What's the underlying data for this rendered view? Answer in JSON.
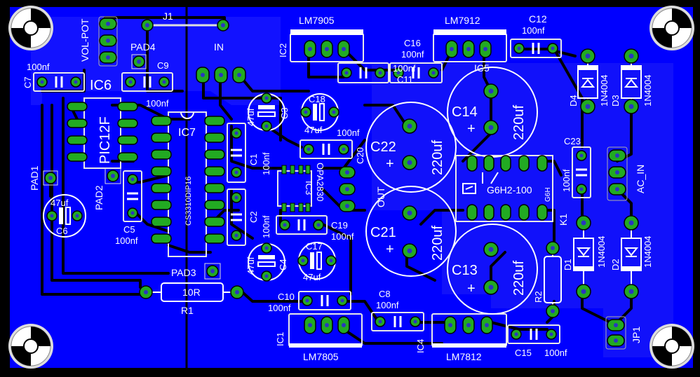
{
  "colors": {
    "board_background": "#0000ff",
    "copper_pour": "#1212ff",
    "trace": "#000000",
    "pad": "#22aa22",
    "silkscreen": "#ffffff",
    "outside": "#000000"
  },
  "labels": {
    "j1": "J1",
    "in": "IN",
    "vol_pot": "VOL-POT",
    "pad4": "PAD4",
    "pad1": "PAD1",
    "pad2": "PAD2",
    "pad3": "PAD3",
    "c7": "C7",
    "c7_val": "100nf",
    "c9": "C9",
    "c9_val": "100nf",
    "ic6": "IC6",
    "ic6_part": "PIC12F",
    "ic7": "IC7",
    "ic7_part": "CS3310DIP16",
    "ic2": "IC2",
    "ic2_part": "LM7905",
    "ic5": "IC5",
    "ic5_part": "LM7912",
    "c16": "C16",
    "c16_val": "100nf",
    "c11": "C11",
    "c11_val": "100nf",
    "c12": "C12",
    "c12_val": "100nf",
    "c3": "C3",
    "c3_val": "47uf",
    "c18": "C18",
    "c18_val": "47uf",
    "c20": "C20",
    "c20_val": "100nf",
    "c1": "C1",
    "c1_val": "100nf",
    "ic3": "IC3",
    "ic3_part": "OPA2830",
    "c2": "C2",
    "c2_val": "100nf",
    "c19": "C19",
    "c19_val": "100nf",
    "c4": "C4",
    "c4_val": "47uf",
    "c17": "C17",
    "c17_val": "47uf",
    "out": "OUT",
    "c22": "C22",
    "c22_val": "220uf",
    "c14": "C14",
    "c14_val": "220uf",
    "c21": "C21",
    "c21_val": "220uf",
    "c13": "C13",
    "c13_val": "220uf",
    "k1": "K1",
    "k1_part": "G6H2-100",
    "k1_small": "G6H",
    "c23": "C23",
    "c23_val": "100nf",
    "ac_in": "AC_IN",
    "d1": "D1",
    "d2": "D2",
    "d3": "D3",
    "d4": "D4",
    "diode": "1N4004",
    "c5": "C5",
    "c5_val": "100nf",
    "c6": "C6",
    "c6_val": "47uf",
    "r1": "R1",
    "r1_val": "10R",
    "r2": "R2",
    "c10": "C10",
    "c10_val": "100nf",
    "c8": "C8",
    "c8_val": "100nf",
    "ic1": "IC1",
    "ic1_part": "LM7805",
    "ic4": "IC4",
    "ic4_part": "LM7812",
    "c15": "C15",
    "c15_val": "100nf",
    "jp1": "JP1"
  }
}
